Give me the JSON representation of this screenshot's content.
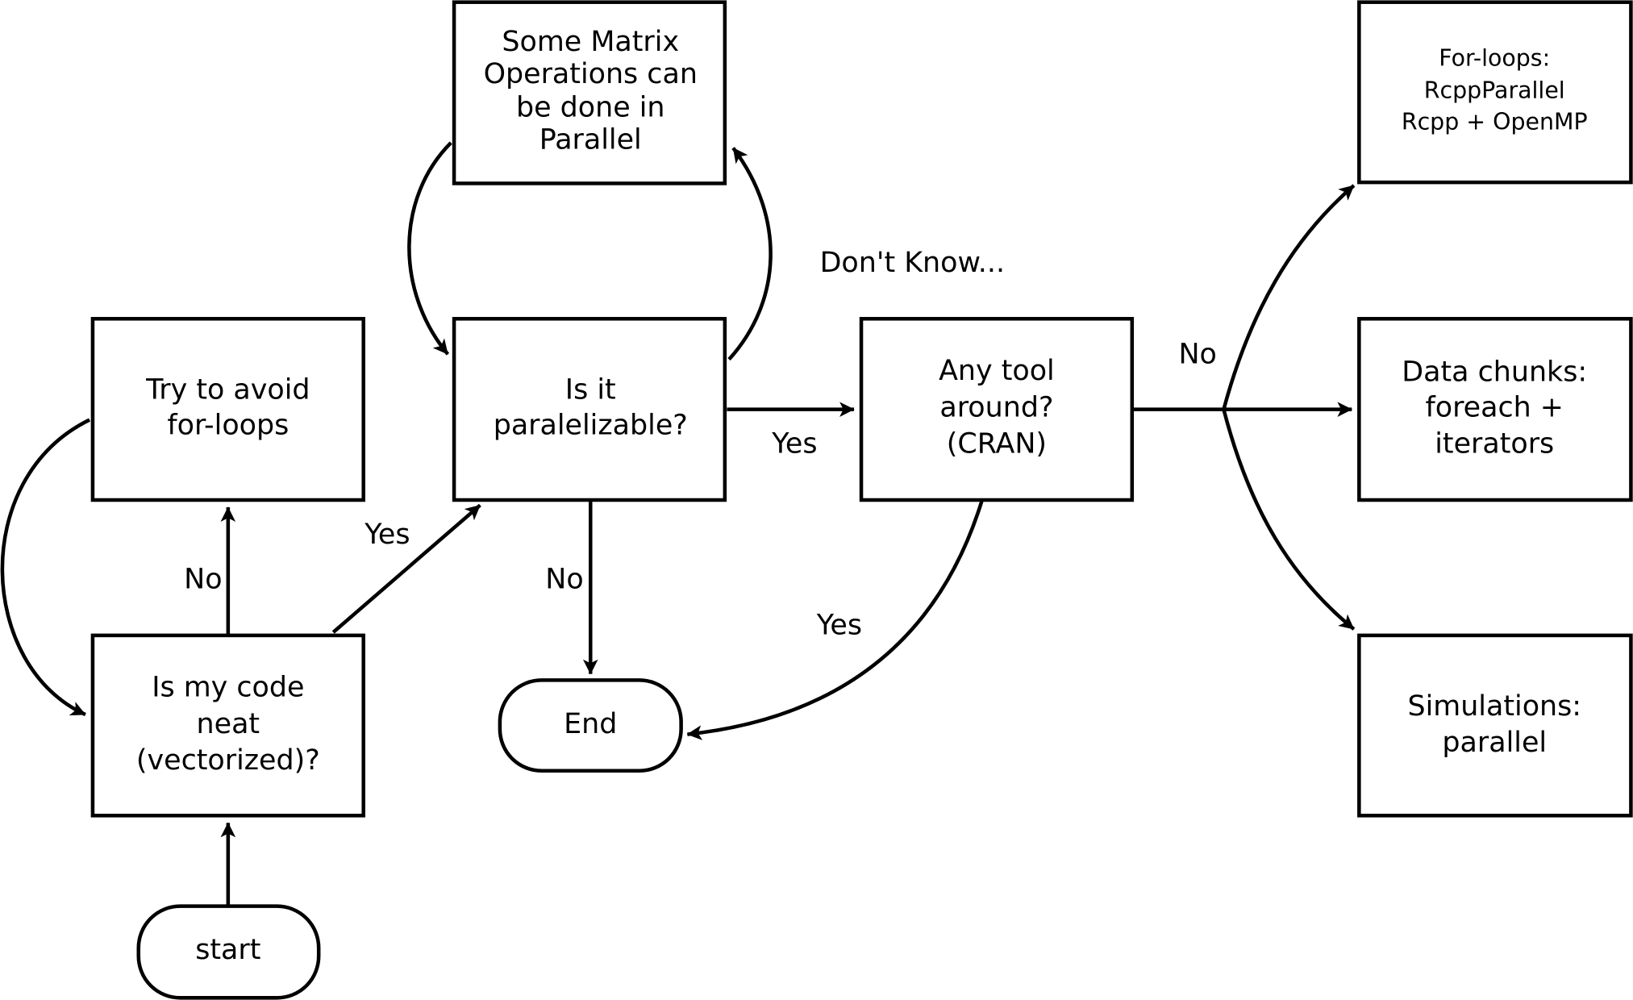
{
  "nodes": {
    "start": "start",
    "code_check": [
      "Is my code",
      "neat",
      "(vectorized)?"
    ],
    "avoid_loops": [
      "Try to avoid",
      "for-loops"
    ],
    "parallelizable": [
      "Is it",
      "paralelizable?"
    ],
    "matrix_ops": [
      "Some Matrix",
      "Operations can",
      "be done in",
      "Parallel"
    ],
    "any_tool": [
      "Any tool",
      "around?",
      "(CRAN)"
    ],
    "end": "End",
    "for_loops": [
      "For-loops:",
      "RcppParallel",
      "Rcpp + OpenMP"
    ],
    "data_chunks": [
      "Data chunks:",
      "foreach +",
      "iterators"
    ],
    "simulations": [
      "Simulations:",
      "parallel"
    ]
  },
  "edge_labels": {
    "code_no": "No",
    "code_yes": "Yes",
    "paral_no": "No",
    "paral_yes": "Yes",
    "dont_know": "Don't Know...",
    "tool_no": "No",
    "tool_yes": "Yes"
  }
}
